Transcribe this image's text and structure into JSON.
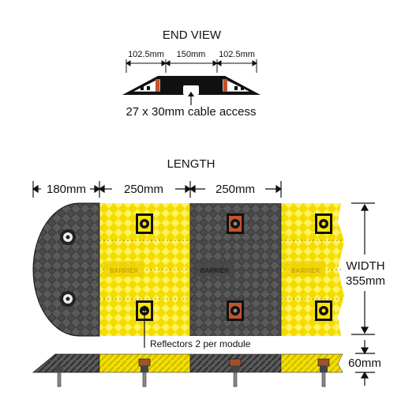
{
  "end_view": {
    "title": "END VIEW",
    "dim_left": "102.5mm",
    "dim_center": "150mm",
    "dim_right": "102.5mm",
    "caption": "27 x 30mm cable access"
  },
  "length_view": {
    "title": "LENGTH",
    "dim_end": "180mm",
    "dim_module_1": "250mm",
    "dim_module_2": "250mm",
    "width_label": "WIDTH",
    "width_value": "355mm",
    "reflectors_label": "Reflectors 2 per module",
    "height_value": "60mm",
    "logo_text": "BARRIER"
  },
  "colors": {
    "yellow": "#ffe600",
    "black": "#555555",
    "dark": "#1a1a1a",
    "reflector_brown": "#a0522d"
  }
}
